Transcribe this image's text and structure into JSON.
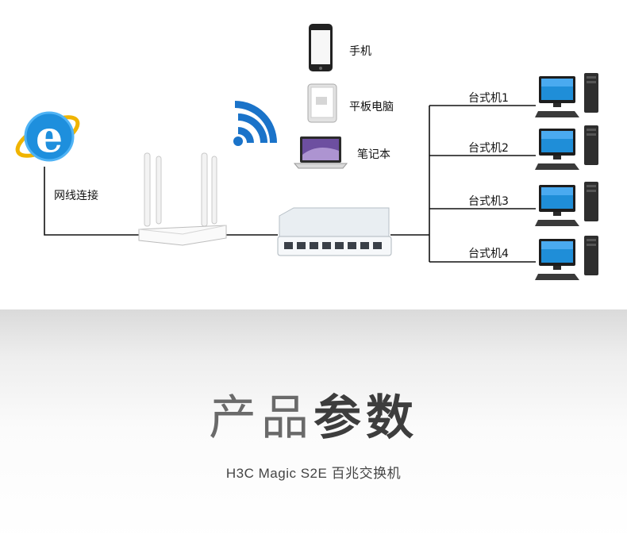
{
  "nodes": {
    "phone": "手机",
    "tablet": "平板电脑",
    "laptop": "笔记本",
    "wired": "网线连接",
    "desktops": [
      "台式机1",
      "台式机2",
      "台式机3",
      "台式机4"
    ]
  },
  "icons": {
    "browser": "internet-explorer-icon",
    "wifi": "wifi-signal-icon",
    "router": "wireless-router-icon",
    "switch": "network-switch-icon",
    "desktop": "desktop-computer-icon"
  },
  "colors": {
    "ie_blue": "#1e8fdd",
    "ie_ring": "#f0b400",
    "wifi_blue": "#1a73c9",
    "line": "#111111"
  },
  "heading": {
    "light": "产品",
    "bold": "参数"
  },
  "subtitle": "H3C Magic S2E 百兆交换机"
}
